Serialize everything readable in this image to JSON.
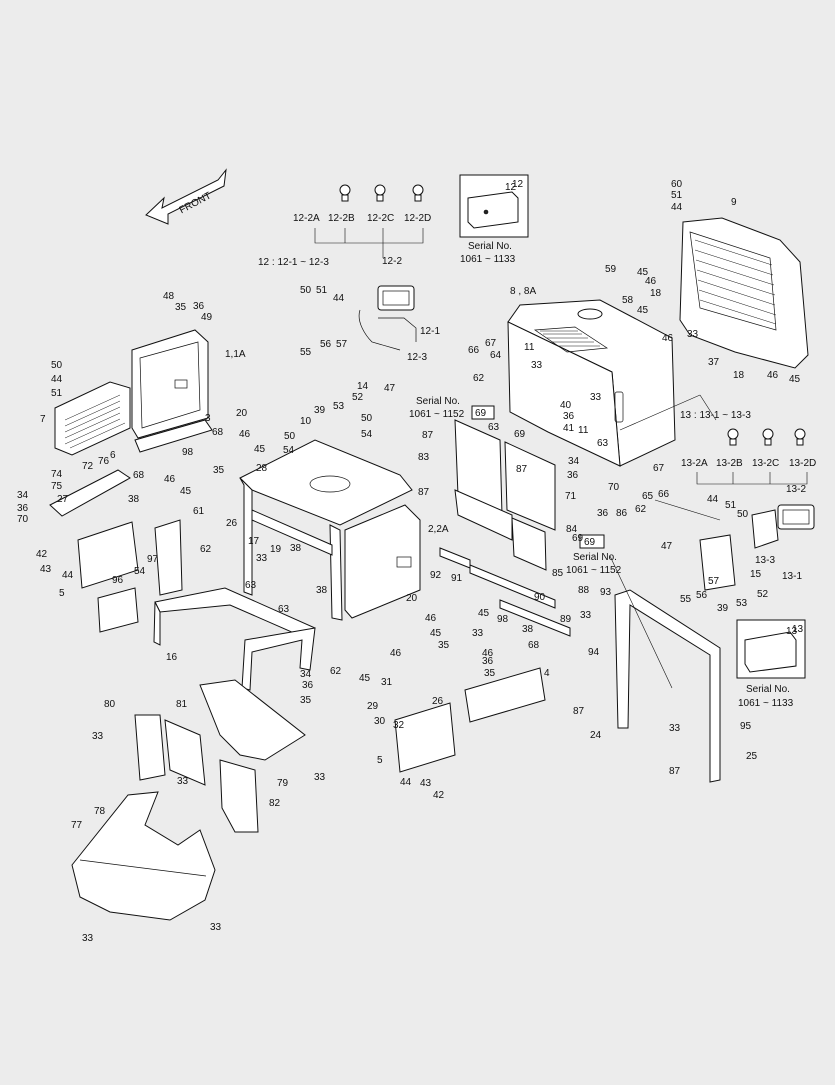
{
  "front_label": "FRONT",
  "groups": {
    "g12": "12 : 12-1 ~ 12-3",
    "g13": "13 : 13-1 ~ 13-3",
    "g8": "8 , 8A"
  },
  "serial_boxes": {
    "s12": {
      "title": "12",
      "line1": "Serial No.",
      "line2": "1061 ~ 1133"
    },
    "s13": {
      "title": "13",
      "line1": "Serial No.",
      "line2": "1061 ~ 1133"
    }
  },
  "serial_notes": {
    "n1_line1": "Serial No.",
    "n1_line2": "1061 ~ 1152",
    "n2_line1": "Serial No.",
    "n2_line2": "1061 ~ 1152",
    "n1_tag": "69",
    "n2_tag": "69"
  },
  "bulbs12": [
    "12-2A",
    "12-2B",
    "12-2C",
    "12-2D"
  ],
  "bulbs13": [
    "13-2A",
    "13-2B",
    "13-2C",
    "13-2D"
  ],
  "callouts": [
    [
      "60",
      671,
      187
    ],
    [
      "51",
      671,
      198
    ],
    [
      "44",
      671,
      210
    ],
    [
      "9",
      731,
      205
    ],
    [
      "45",
      637,
      275
    ],
    [
      "46",
      645,
      284
    ],
    [
      "18",
      650,
      296
    ],
    [
      "45",
      637,
      313
    ],
    [
      "46",
      662,
      341
    ],
    [
      "33",
      687,
      337
    ],
    [
      "37",
      708,
      365
    ],
    [
      "18",
      733,
      378
    ],
    [
      "46",
      767,
      378
    ],
    [
      "45",
      789,
      382
    ],
    [
      "12",
      512,
      187
    ],
    [
      "12-2",
      382,
      264
    ],
    [
      "12-1",
      420,
      334
    ],
    [
      "12-3",
      407,
      360
    ],
    [
      "50",
      300,
      293
    ],
    [
      "51",
      316,
      293
    ],
    [
      "44",
      333,
      301
    ],
    [
      "56",
      320,
      347
    ],
    [
      "57",
      336,
      347
    ],
    [
      "55",
      300,
      355
    ],
    [
      "14",
      357,
      389
    ],
    [
      "47",
      384,
      391
    ],
    [
      "52",
      352,
      400
    ],
    [
      "53",
      333,
      409
    ],
    [
      "39",
      314,
      413
    ],
    [
      "48",
      163,
      299
    ],
    [
      "35",
      175,
      310
    ],
    [
      "36",
      193,
      309
    ],
    [
      "49",
      201,
      320
    ],
    [
      "1,1A",
      225,
      357
    ],
    [
      "50",
      51,
      368
    ],
    [
      "44",
      51,
      382
    ],
    [
      "51",
      51,
      396
    ],
    [
      "7",
      40,
      422
    ],
    [
      "3",
      205,
      421
    ],
    [
      "68",
      212,
      435
    ],
    [
      "98",
      182,
      455
    ],
    [
      "46",
      164,
      482
    ],
    [
      "45",
      180,
      494
    ],
    [
      "35",
      213,
      473
    ],
    [
      "68",
      133,
      478
    ],
    [
      "46",
      239,
      437
    ],
    [
      "45",
      254,
      452
    ],
    [
      "20",
      236,
      416
    ],
    [
      "50",
      284,
      439
    ],
    [
      "54",
      283,
      453
    ],
    [
      "28",
      256,
      471
    ],
    [
      "26",
      226,
      526
    ],
    [
      "19",
      270,
      552
    ],
    [
      "33",
      256,
      561
    ],
    [
      "38",
      290,
      551
    ],
    [
      "17",
      248,
      544
    ],
    [
      "10",
      300,
      424
    ],
    [
      "50",
      361,
      421
    ],
    [
      "54",
      361,
      437
    ],
    [
      "6",
      110,
      458
    ],
    [
      "76",
      98,
      464
    ],
    [
      "72",
      82,
      469
    ],
    [
      "74",
      51,
      477
    ],
    [
      "75",
      51,
      489
    ],
    [
      "27",
      57,
      502
    ],
    [
      "34",
      17,
      498
    ],
    [
      "36",
      17,
      511
    ],
    [
      "70",
      17,
      522
    ],
    [
      "38",
      128,
      502
    ],
    [
      "61",
      193,
      514
    ],
    [
      "62",
      200,
      552
    ],
    [
      "42",
      36,
      557
    ],
    [
      "43",
      40,
      572
    ],
    [
      "44",
      62,
      578
    ],
    [
      "97",
      147,
      562
    ],
    [
      "54",
      134,
      574
    ],
    [
      "5",
      59,
      596
    ],
    [
      "96",
      112,
      583
    ],
    [
      "63",
      245,
      588
    ],
    [
      "16",
      166,
      660
    ],
    [
      "63",
      278,
      612
    ],
    [
      "34",
      300,
      677
    ],
    [
      "36",
      302,
      688
    ],
    [
      "35",
      300,
      703
    ],
    [
      "62",
      330,
      674
    ],
    [
      "38",
      316,
      593
    ],
    [
      "2,2A",
      428,
      532
    ],
    [
      "59",
      605,
      272
    ],
    [
      "58",
      622,
      303
    ],
    [
      "66",
      468,
      353
    ],
    [
      "67",
      485,
      346
    ],
    [
      "64",
      490,
      358
    ],
    [
      "62",
      473,
      381
    ],
    [
      "11",
      524,
      350
    ],
    [
      "33",
      531,
      368
    ],
    [
      "40",
      560,
      408
    ],
    [
      "36",
      563,
      419
    ],
    [
      "41",
      563,
      431
    ],
    [
      "33",
      590,
      400
    ],
    [
      "11",
      578,
      433
    ],
    [
      "63",
      488,
      430
    ],
    [
      "69",
      514,
      437
    ],
    [
      "87",
      422,
      438
    ],
    [
      "83",
      418,
      460
    ],
    [
      "63",
      597,
      446
    ],
    [
      "34",
      568,
      464
    ],
    [
      "87",
      516,
      472
    ],
    [
      "36",
      567,
      478
    ],
    [
      "67",
      653,
      471
    ],
    [
      "87",
      418,
      495
    ],
    [
      "71",
      565,
      499
    ],
    [
      "70",
      608,
      490
    ],
    [
      "65",
      642,
      499
    ],
    [
      "66",
      658,
      497
    ],
    [
      "62",
      635,
      512
    ],
    [
      "36",
      597,
      516
    ],
    [
      "86",
      616,
      516
    ],
    [
      "69",
      572,
      541
    ],
    [
      "84",
      566,
      532
    ],
    [
      "85",
      552,
      576
    ],
    [
      "92",
      430,
      578
    ],
    [
      "91",
      451,
      581
    ],
    [
      "90",
      534,
      600
    ],
    [
      "88",
      578,
      593
    ],
    [
      "89",
      560,
      622
    ],
    [
      "20",
      406,
      601
    ],
    [
      "46",
      425,
      621
    ],
    [
      "45",
      430,
      636
    ],
    [
      "46",
      390,
      656
    ],
    [
      "45",
      359,
      681
    ],
    [
      "45",
      478,
      616
    ],
    [
      "98",
      497,
      622
    ],
    [
      "46",
      482,
      656
    ],
    [
      "33",
      472,
      636
    ],
    [
      "38",
      522,
      632
    ],
    [
      "68",
      528,
      648
    ],
    [
      "35",
      438,
      648
    ],
    [
      "36",
      482,
      664
    ],
    [
      "35",
      484,
      676
    ],
    [
      "26",
      432,
      704
    ],
    [
      "4",
      544,
      676
    ],
    [
      "31",
      381,
      685
    ],
    [
      "29",
      367,
      709
    ],
    [
      "30",
      374,
      724
    ],
    [
      "32",
      393,
      728
    ],
    [
      "5",
      377,
      763
    ],
    [
      "44",
      400,
      785
    ],
    [
      "43",
      420,
      786
    ],
    [
      "42",
      433,
      798
    ],
    [
      "93",
      600,
      595
    ],
    [
      "33",
      580,
      618
    ],
    [
      "94",
      588,
      655
    ],
    [
      "87",
      573,
      714
    ],
    [
      "24",
      590,
      738
    ],
    [
      "95",
      740,
      729
    ],
    [
      "33",
      669,
      731
    ],
    [
      "25",
      746,
      759
    ],
    [
      "87",
      669,
      774
    ],
    [
      "80",
      104,
      707
    ],
    [
      "81",
      176,
      707
    ],
    [
      "33",
      92,
      739
    ],
    [
      "33",
      177,
      784
    ],
    [
      "79",
      277,
      786
    ],
    [
      "33",
      314,
      780
    ],
    [
      "82",
      269,
      806
    ],
    [
      "78",
      94,
      814
    ],
    [
      "77",
      71,
      828
    ],
    [
      "33",
      82,
      941
    ],
    [
      "33",
      210,
      930
    ],
    [
      "44",
      707,
      502
    ],
    [
      "51",
      725,
      508
    ],
    [
      "50",
      737,
      517
    ],
    [
      "47",
      661,
      549
    ],
    [
      "15",
      750,
      577
    ],
    [
      "13-3",
      755,
      563
    ],
    [
      "13-1",
      782,
      579
    ],
    [
      "52",
      757,
      597
    ],
    [
      "53",
      736,
      606
    ],
    [
      "39",
      717,
      611
    ],
    [
      "55",
      680,
      602
    ],
    [
      "56",
      696,
      598
    ],
    [
      "57",
      708,
      584
    ],
    [
      "13-2",
      786,
      492
    ],
    [
      "13",
      792,
      632
    ]
  ]
}
